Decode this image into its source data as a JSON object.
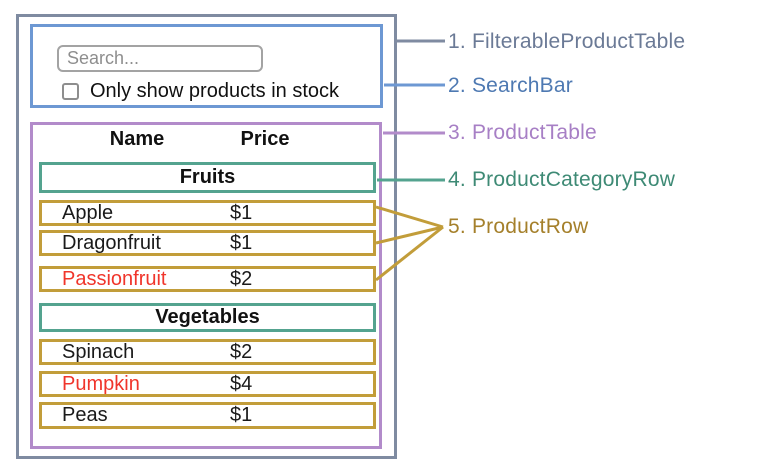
{
  "colors": {
    "outer_border": "#7f8ba1",
    "searchbar_border": "#6d98d3",
    "table_border": "#b28bca",
    "category_border": "#54a38f",
    "row_border": "#c29d3a",
    "out_of_stock_red": "#f0352b",
    "text_black": "#1a1a1a"
  },
  "search_bar": {
    "placeholder": "Search...",
    "checkbox_label": "Only show products in stock"
  },
  "product_table": {
    "name_header": "Name",
    "price_header": "Price",
    "rows": [
      {
        "type": "category",
        "label": "Fruits"
      },
      {
        "type": "product",
        "name": "Apple",
        "price": "$1",
        "name_color": "#1a1a1a"
      },
      {
        "type": "product",
        "name": "Dragonfruit",
        "price": "$1",
        "name_color": "#1a1a1a"
      },
      {
        "type": "product",
        "name": "Passionfruit",
        "price": "$2",
        "name_color": "#f0352b"
      },
      {
        "type": "category",
        "label": "Vegetables"
      },
      {
        "type": "product",
        "name": "Spinach",
        "price": "$2",
        "name_color": "#1a1a1a"
      },
      {
        "type": "product",
        "name": "Pumpkin",
        "price": "$4",
        "name_color": "#f0352b"
      },
      {
        "type": "product",
        "name": "Peas",
        "price": "$1",
        "name_color": "#1a1a1a"
      }
    ]
  },
  "legend": {
    "items": [
      {
        "text": "1. FilterableProductTable",
        "color": "#6b7a96"
      },
      {
        "text": "2. SearchBar",
        "color": "#4e79b2"
      },
      {
        "text": "3. ProductTable",
        "color": "#a77fc5"
      },
      {
        "text": "4. ProductCategoryRow",
        "color": "#3e8a75"
      },
      {
        "text": "5. ProductRow",
        "color": "#a5802b"
      }
    ]
  }
}
